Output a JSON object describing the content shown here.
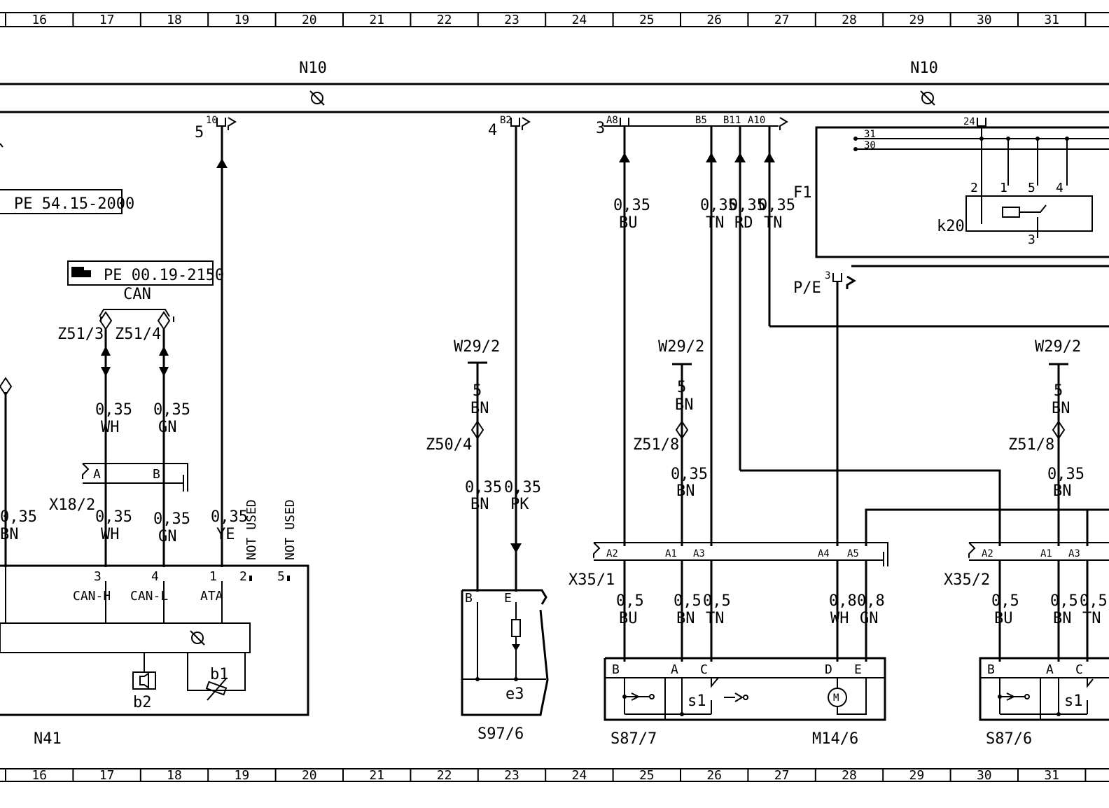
{
  "grid": [
    "16",
    "17",
    "18",
    "19",
    "20",
    "21",
    "22",
    "23",
    "24",
    "25",
    "26",
    "27",
    "28",
    "29",
    "30",
    "31"
  ],
  "modules": {
    "n10_left": "N10",
    "n10_right": "N10",
    "n41": "N41",
    "s97_6": "S97/6",
    "s87_7": "S87/7",
    "m14_6": "M14/6",
    "s87_6": "S87/6",
    "k20": "k20",
    "f1": "F1",
    "pe": "P/E",
    "x18_2": "X18/2",
    "x35_1": "X35/1",
    "x35_2": "X35/2",
    "b1": "b1",
    "b2": "b2",
    "e3": "e3",
    "s1a": "s1",
    "s1b": "s1"
  },
  "references": {
    "ref1": "PE 54.15-2000",
    "ref2": "PE 00.19-2150"
  },
  "can_label": "CAN",
  "splices": {
    "z51_3": "Z51/3",
    "z51_4": "Z51/4",
    "z50_4": "Z50/4",
    "z51_8a": "Z51/8",
    "z51_8b": "Z51/8"
  },
  "grounds": {
    "w1": "W29/2",
    "w2": "W29/2",
    "w3": "W29/2"
  },
  "not_used": "NOT USED",
  "wires": {
    "w035": "0,35",
    "w05": "0,5",
    "w08": "0,8",
    "w5": "5",
    "bn": "BN",
    "wh": "WH",
    "gn": "GN",
    "ye": "YE",
    "pk": "PK",
    "bu": "BU",
    "tn": "TN",
    "rd": "RD"
  },
  "pins": {
    "p10": "10",
    "p5": "5",
    "pB2": "B2",
    "p4": "4",
    "pA8": "A8",
    "p3": "3",
    "pB5": "B5",
    "pB11": "B11",
    "pA10": "A10",
    "p24": "24",
    "p2": "2",
    "p1": "1",
    "p5b": "5",
    "p4b": "4",
    "p3b": "3",
    "p3pe": "3",
    "p31": "31",
    "p30": "30",
    "xA": "A",
    "xB": "B",
    "n3": "3",
    "n4": "4",
    "n1": "1",
    "n2": "2",
    "n5": "5",
    "canh": "CAN-H",
    "canl": "CAN-L",
    "ata": "ATA",
    "sB": "B",
    "sE": "E",
    "xA2": "A2",
    "xA1": "A1",
    "xA3": "A3",
    "xA4": "A4",
    "xA5": "A5",
    "xA2b": "A2",
    "xA1b": "A1",
    "xA3b": "A3",
    "cB": "B",
    "cA": "A",
    "cC": "C",
    "cD": "D",
    "cE": "E",
    "cB2": "B",
    "cA2": "A",
    "cC2": "C"
  }
}
